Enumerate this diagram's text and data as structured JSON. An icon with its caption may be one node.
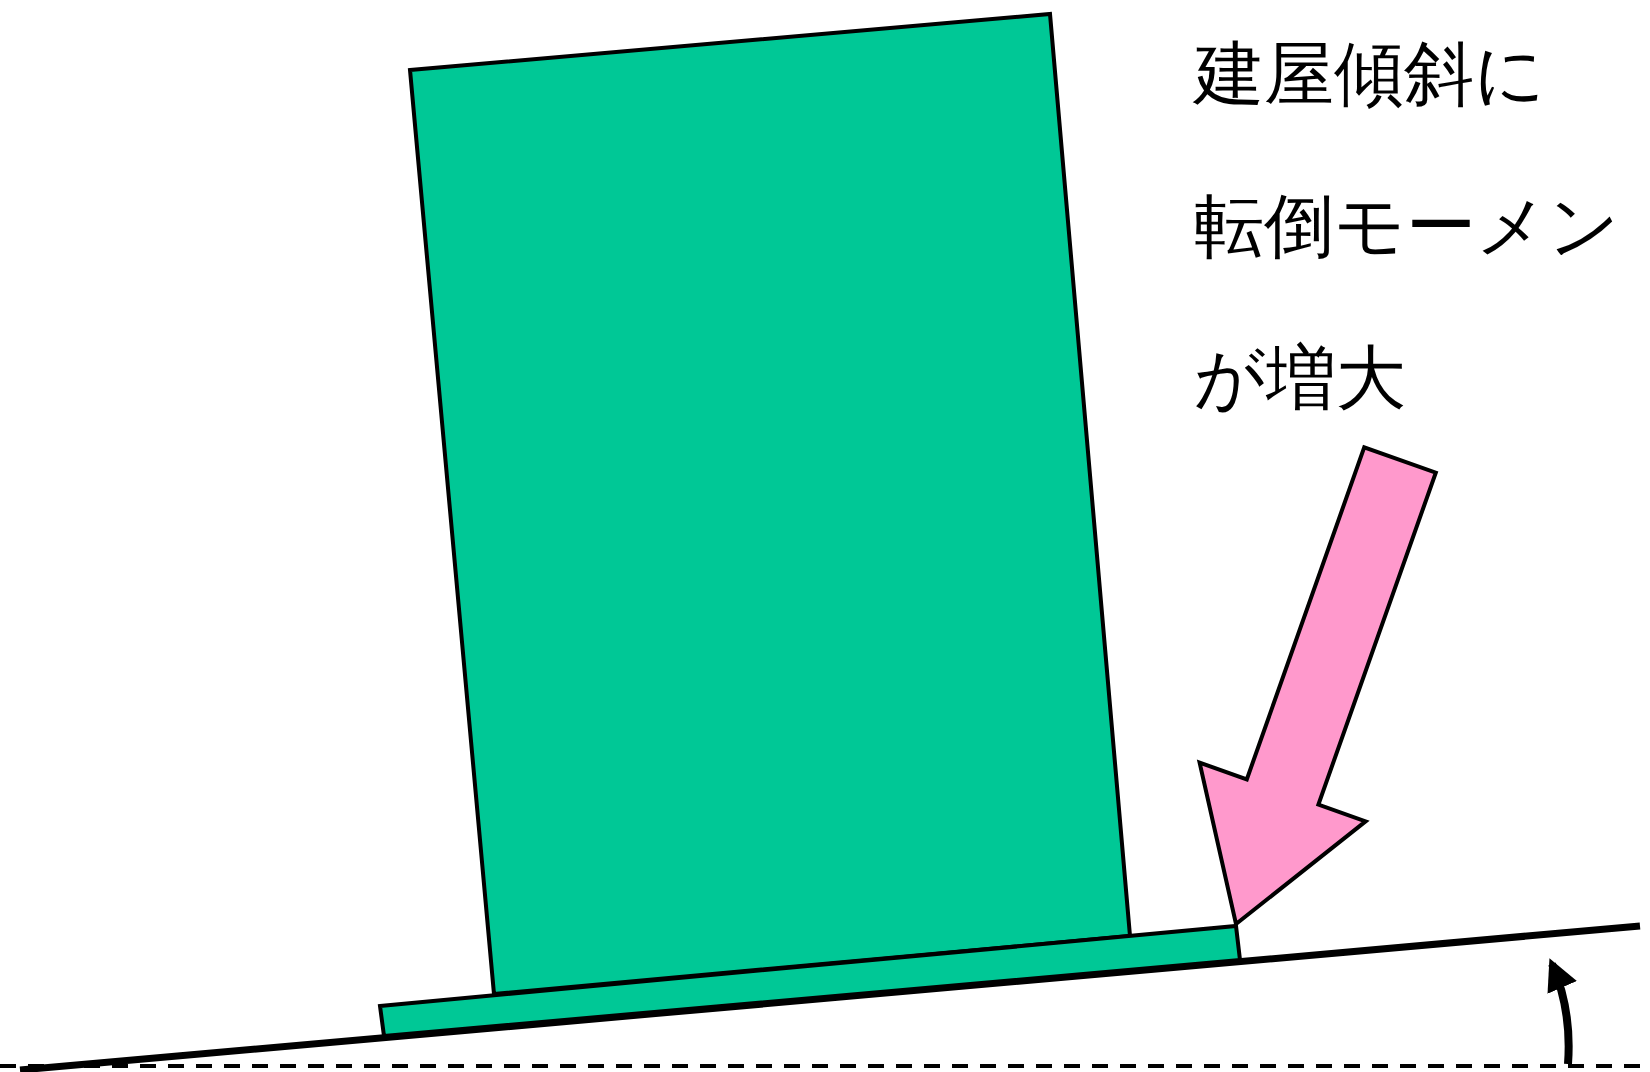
{
  "diagram": {
    "nodes": [
      {
        "text": [
          "建屋傾斜に転倒モーメンが増大"
        ]
      },
      {
        "text": [],
        "shape": "box"
      }
    ],
    "edges": [
      {
        "from": 0,
        "to": 1,
        "arrow": "to"
      }
    ]
  }
}
